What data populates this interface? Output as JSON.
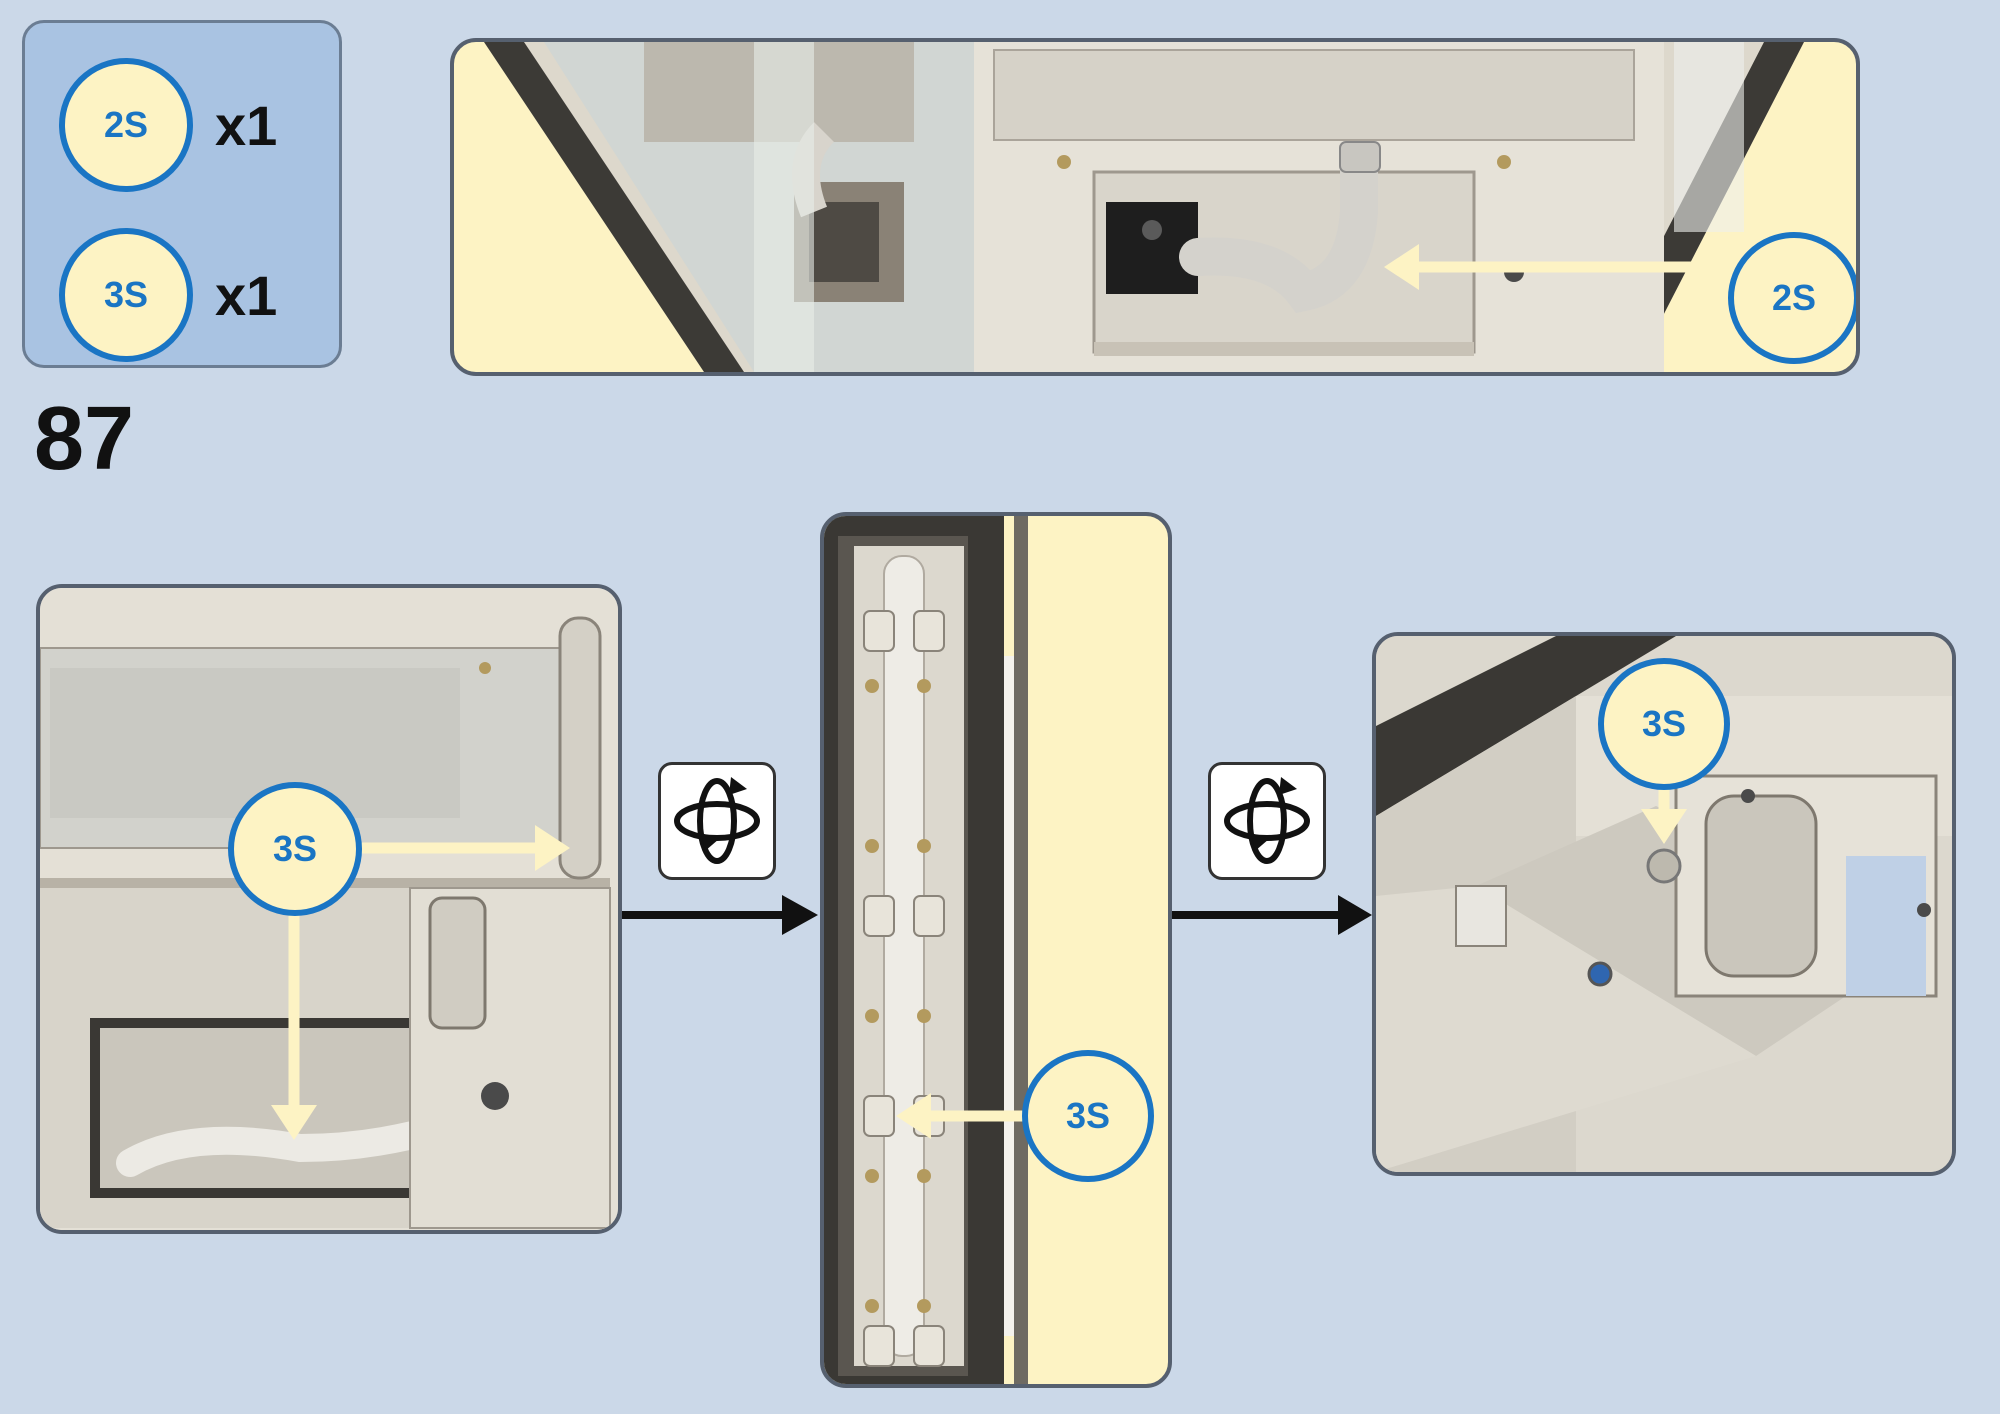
{
  "parts": [
    {
      "code": "2S",
      "qty": "x1"
    },
    {
      "code": "3S",
      "qty": "x1"
    }
  ],
  "step_number": "87",
  "callouts": {
    "top_panel": "2S",
    "left_panel": "3S",
    "middle_panel": "3S",
    "right_panel": "3S"
  },
  "icons": {
    "rotate": "rotate-view-icon",
    "arrow": "arrow-right-icon"
  },
  "colors": {
    "background": "#cbd8e8",
    "parts_box": "#a9c3e2",
    "badge_fill": "#fdf3c4",
    "badge_border": "#1a75c4",
    "highlight": "#fdf3c4"
  }
}
